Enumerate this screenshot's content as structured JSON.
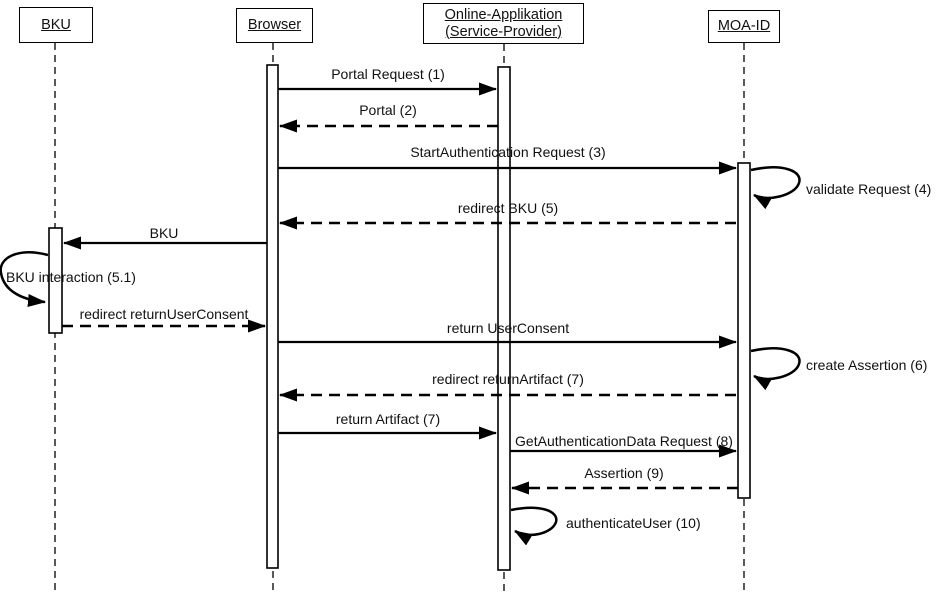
{
  "diagram": {
    "type": "uml-sequence-diagram",
    "colors": {
      "line": "#000000",
      "background": "#ffffff",
      "text": "#111111"
    },
    "actors": [
      {
        "id": "bku",
        "label": "BKU"
      },
      {
        "id": "browser",
        "label": "Browser"
      },
      {
        "id": "online-app",
        "label": "Online-Applikation (Service-Provider)"
      },
      {
        "id": "moa-id",
        "label": "MOA-ID"
      }
    ],
    "messages": [
      {
        "label": "Portal Request (1)",
        "from": "browser",
        "to": "online-app",
        "line": "solid"
      },
      {
        "label": "Portal (2)",
        "from": "online-app",
        "to": "browser",
        "line": "dashed"
      },
      {
        "label": "StartAuthentication Request (3)",
        "from": "browser",
        "to": "moa-id",
        "line": "solid"
      },
      {
        "label": "validate Request (4)",
        "from": "moa-id",
        "to": "moa-id",
        "line": "self"
      },
      {
        "label": "redirect BKU (5)",
        "from": "moa-id",
        "to": "browser",
        "line": "dashed"
      },
      {
        "label": "BKU",
        "from": "browser",
        "to": "bku",
        "line": "solid"
      },
      {
        "label": "BKU interaction (5.1)",
        "from": "bku",
        "to": "bku",
        "line": "self"
      },
      {
        "label": "redirect returnUserConsent",
        "from": "bku",
        "to": "browser",
        "line": "dashed"
      },
      {
        "label": "return UserConsent",
        "from": "browser",
        "to": "moa-id",
        "line": "solid"
      },
      {
        "label": "create Assertion (6)",
        "from": "moa-id",
        "to": "moa-id",
        "line": "self"
      },
      {
        "label": "redirect returnArtifact (7)",
        "from": "moa-id",
        "to": "browser",
        "line": "dashed"
      },
      {
        "label": "return Artifact (7)",
        "from": "browser",
        "to": "online-app",
        "line": "solid"
      },
      {
        "label": "GetAuthenticationData Request (8)",
        "from": "online-app",
        "to": "moa-id",
        "line": "solid"
      },
      {
        "label": "Assertion (9)",
        "from": "moa-id",
        "to": "online-app",
        "line": "dashed"
      },
      {
        "label": "authenticateUser (10)",
        "from": "online-app",
        "to": "online-app",
        "line": "self"
      }
    ]
  }
}
